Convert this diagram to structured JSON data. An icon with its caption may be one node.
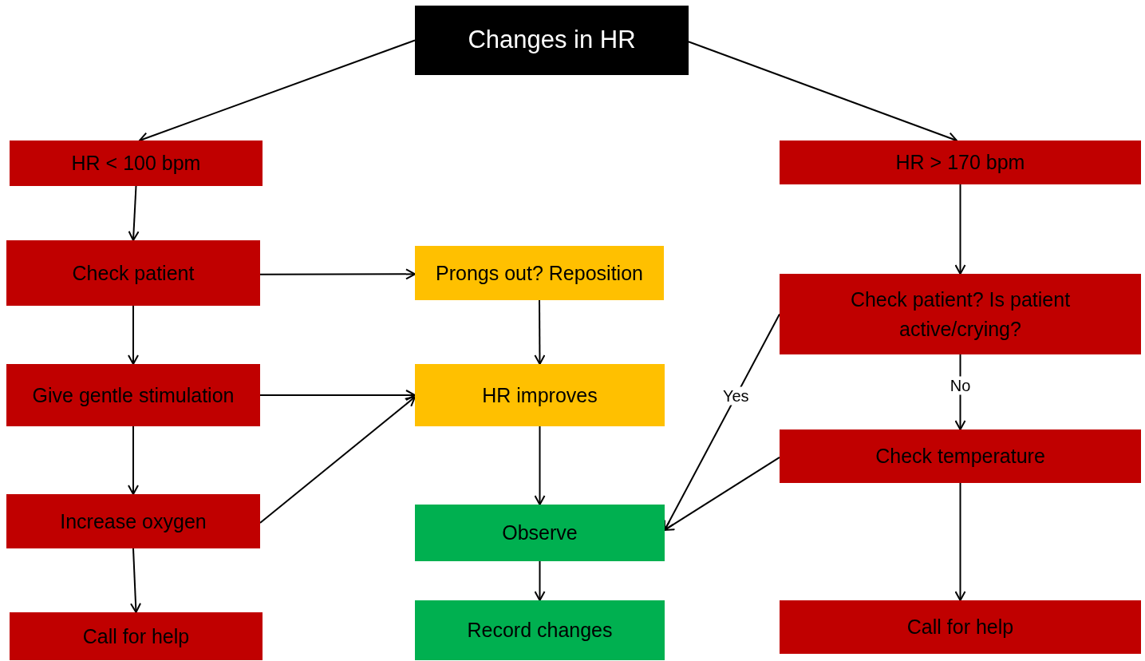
{
  "diagram": {
    "nodes": [
      {
        "text": [
          "Changes in HR"
        ]
      },
      {
        "text": [
          "HR < 100 bpm"
        ]
      },
      {
        "text": [
          "HR > 170 bpm"
        ]
      },
      {
        "text": [
          "Check patient"
        ]
      },
      {
        "text": [
          "Prongs out? Reposition"
        ]
      },
      {
        "text": [
          "Check patient? Is patient active/crying?"
        ]
      },
      {
        "text": [
          "Give gentle stimulation"
        ]
      },
      {
        "text": [
          "HR improves"
        ]
      },
      {
        "text": [
          "Check temperature"
        ]
      },
      {
        "text": [
          "Increase oxygen"
        ]
      },
      {
        "text": [
          "Observe"
        ]
      },
      {
        "text": [
          "Call for help"
        ]
      },
      {
        "text": [
          "Record changes"
        ]
      },
      {
        "text": [
          "Call for help"
        ]
      }
    ],
    "edges": [
      {
        "from": 0,
        "to": 1,
        "arrow": "to"
      },
      {
        "from": 0,
        "to": 2,
        "arrow": "to"
      },
      {
        "from": 1,
        "to": 3,
        "arrow": "to"
      },
      {
        "from": 3,
        "to": 4,
        "arrow": "to"
      },
      {
        "from": 3,
        "to": 6,
        "arrow": "to"
      },
      {
        "from": 6,
        "to": 7,
        "arrow": "to"
      },
      {
        "from": 9,
        "to": 7,
        "arrow": "to"
      },
      {
        "from": 6,
        "to": 9,
        "arrow": "to"
      },
      {
        "from": 9,
        "to": 11,
        "arrow": "to"
      },
      {
        "from": 4,
        "to": 7,
        "arrow": "to"
      },
      {
        "from": 7,
        "to": 10,
        "arrow": "to"
      },
      {
        "from": 10,
        "to": 12,
        "arrow": "to"
      },
      {
        "from": 2,
        "to": 5,
        "arrow": "to"
      },
      {
        "from": 5,
        "to": 8,
        "arrow": "to",
        "label": "No"
      },
      {
        "from": 5,
        "to": 10,
        "arrow": "to",
        "label": "Yes"
      },
      {
        "from": 8,
        "to": 10,
        "arrow": "to"
      },
      {
        "from": 8,
        "to": 13,
        "arrow": "to"
      }
    ]
  }
}
